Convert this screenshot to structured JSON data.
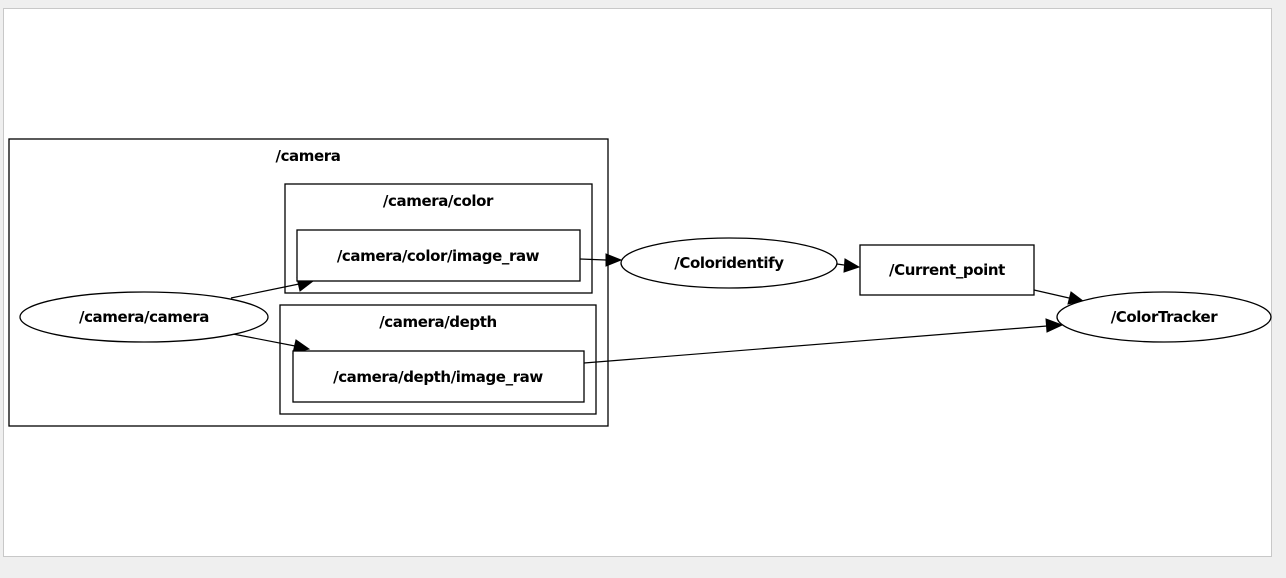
{
  "graph": {
    "clusters": {
      "camera": "/camera",
      "camera_color": "/camera/color",
      "camera_depth": "/camera/depth"
    },
    "nodes": {
      "camera_camera": "/camera/camera",
      "color_image_raw": "/camera/color/image_raw",
      "depth_image_raw": "/camera/depth/image_raw",
      "coloridentify": "/Coloridentify",
      "current_point": "/Current_point",
      "colortracker": "/ColorTracker"
    },
    "edges": [
      {
        "from": "/camera/camera",
        "to": "/camera/color/image_raw"
      },
      {
        "from": "/camera/camera",
        "to": "/camera/depth/image_raw"
      },
      {
        "from": "/camera/color/image_raw",
        "to": "/Coloridentify"
      },
      {
        "from": "/Coloridentify",
        "to": "/Current_point"
      },
      {
        "from": "/Current_point",
        "to": "/ColorTracker"
      },
      {
        "from": "/camera/depth/image_raw",
        "to": "/ColorTracker"
      }
    ]
  }
}
